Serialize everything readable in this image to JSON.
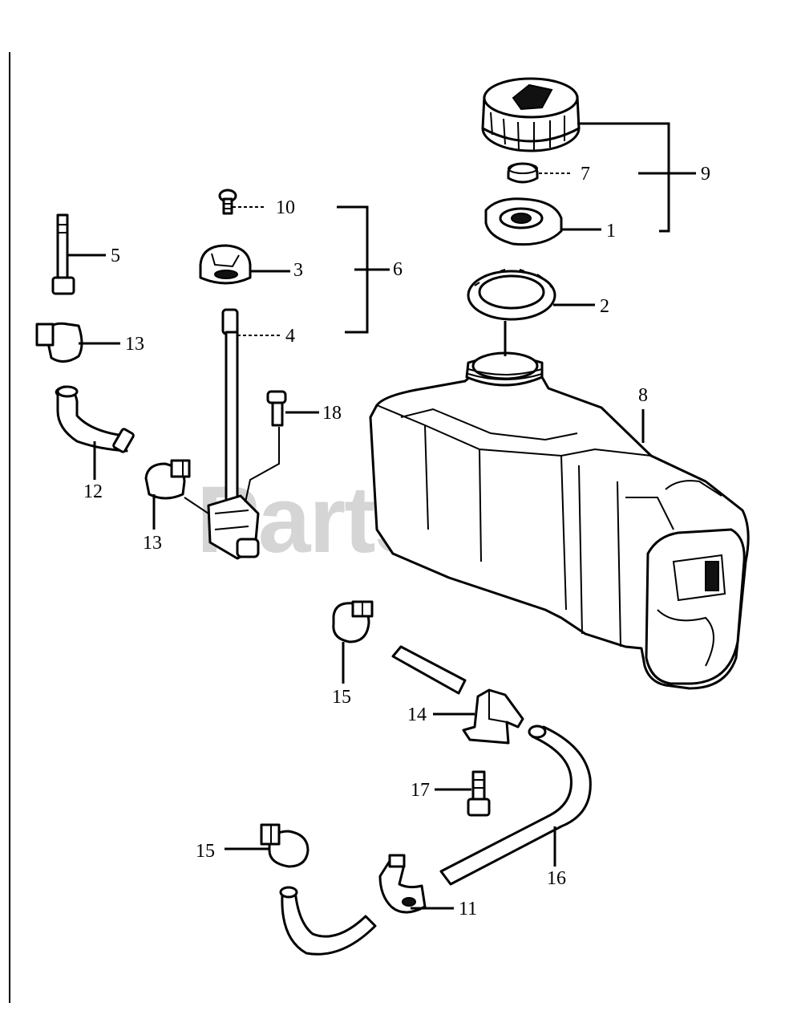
{
  "watermark": "PartsTree",
  "callouts": {
    "c1": "1",
    "c2": "2",
    "c3": "3",
    "c4": "4",
    "c5": "5",
    "c6": "6",
    "c7": "7",
    "c8": "8",
    "c9": "9",
    "c10": "10",
    "c11": "11",
    "c12": "12",
    "c13a": "13",
    "c13b": "13",
    "c14": "14",
    "c15a": "15",
    "c15b": "15",
    "c16": "16",
    "c17": "17",
    "c18": "18"
  }
}
